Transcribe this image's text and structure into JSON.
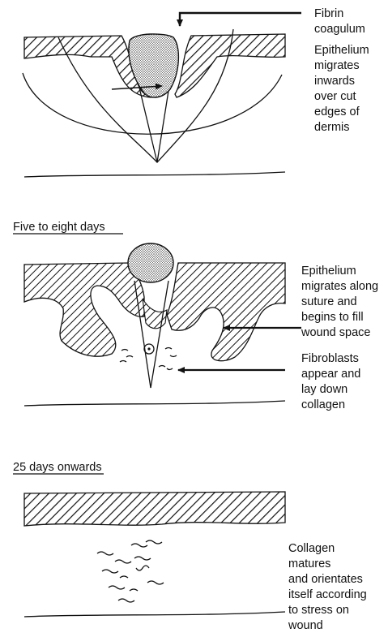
{
  "panel1": {
    "labels": [
      [
        "Fibrin",
        "coagulum"
      ],
      [
        "Epithelium",
        "migrates",
        "inwards",
        "over cut",
        "edges of",
        "dermis"
      ]
    ]
  },
  "panel2": {
    "heading": "Five to eight days",
    "labels": [
      [
        "Epithelium",
        "migrates along",
        "suture and",
        "begins to fill",
        "wound space"
      ],
      [
        "Fibroblasts",
        "appear and",
        "lay down",
        "collagen"
      ]
    ]
  },
  "panel3": {
    "heading": "25 days onwards",
    "labels": [
      [
        "Collagen",
        "matures",
        "and orientates",
        "itself according",
        "to stress on",
        "wound"
      ]
    ]
  },
  "colors": {
    "ink": "#111111",
    "background": "#ffffff",
    "stipple": "#d8d8d8"
  }
}
